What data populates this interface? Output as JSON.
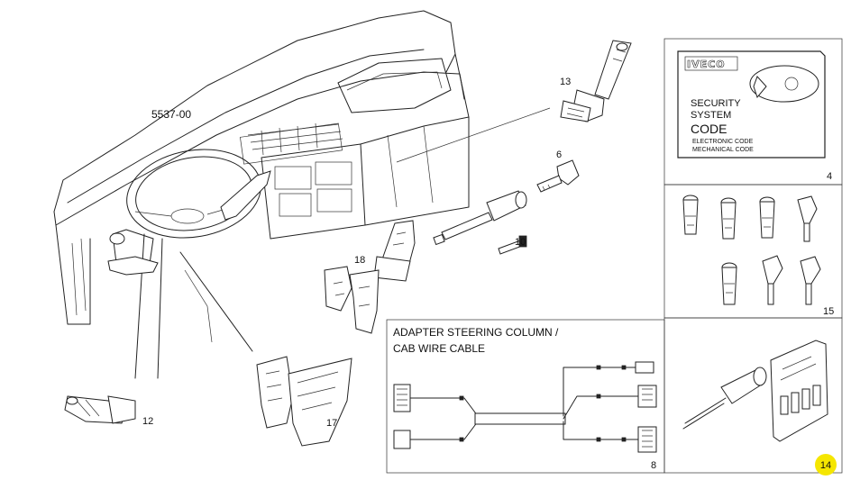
{
  "diagram": {
    "reference_code": "5537-00",
    "callouts": {
      "n13": "13",
      "n6": "6",
      "n10": "10",
      "n18": "18",
      "n12": "12",
      "n17": "17",
      "n4": "4",
      "n15": "15",
      "n8": "8",
      "n14": "14"
    },
    "security_card": {
      "logo": "IVECO",
      "line1": "SECURITY",
      "line2": "SYSTEM",
      "line3": "CODE",
      "line4": "ELECTRONIC CODE",
      "line5": "MECHANICAL CODE"
    },
    "adapter_box": {
      "title_line1": "ADAPTER STEERING COLUMN /",
      "title_line2": "CAB WIRE CABLE"
    },
    "highlight_color": "#f5e600"
  }
}
